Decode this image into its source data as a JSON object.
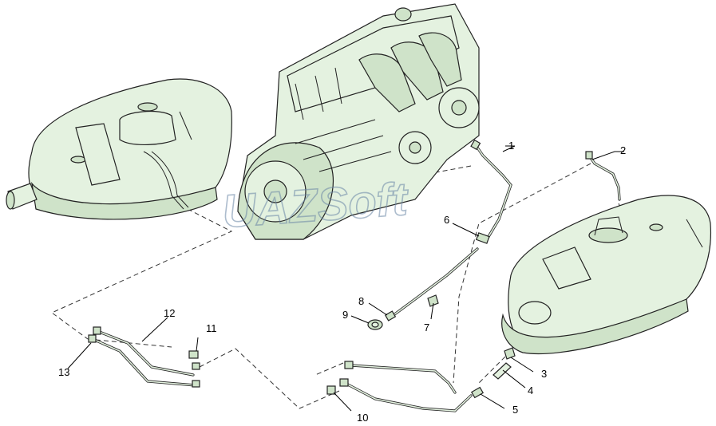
{
  "watermark": "UAZSoft",
  "callouts": [
    {
      "id": "callout-1",
      "text": "1"
    },
    {
      "id": "callout-2",
      "text": "2"
    },
    {
      "id": "callout-3",
      "text": "3"
    },
    {
      "id": "callout-4",
      "text": "4"
    },
    {
      "id": "callout-5",
      "text": "5"
    },
    {
      "id": "callout-6",
      "text": "6"
    },
    {
      "id": "callout-7",
      "text": "7"
    },
    {
      "id": "callout-8",
      "text": "8"
    },
    {
      "id": "callout-9",
      "text": "9"
    },
    {
      "id": "callout-10",
      "text": "10"
    },
    {
      "id": "callout-11",
      "text": "11"
    },
    {
      "id": "callout-12",
      "text": "12"
    },
    {
      "id": "callout-13",
      "text": "13"
    }
  ],
  "colors": {
    "part_fill": "#e4f2e0",
    "outline": "#222222",
    "watermark": "#6a86a6"
  }
}
